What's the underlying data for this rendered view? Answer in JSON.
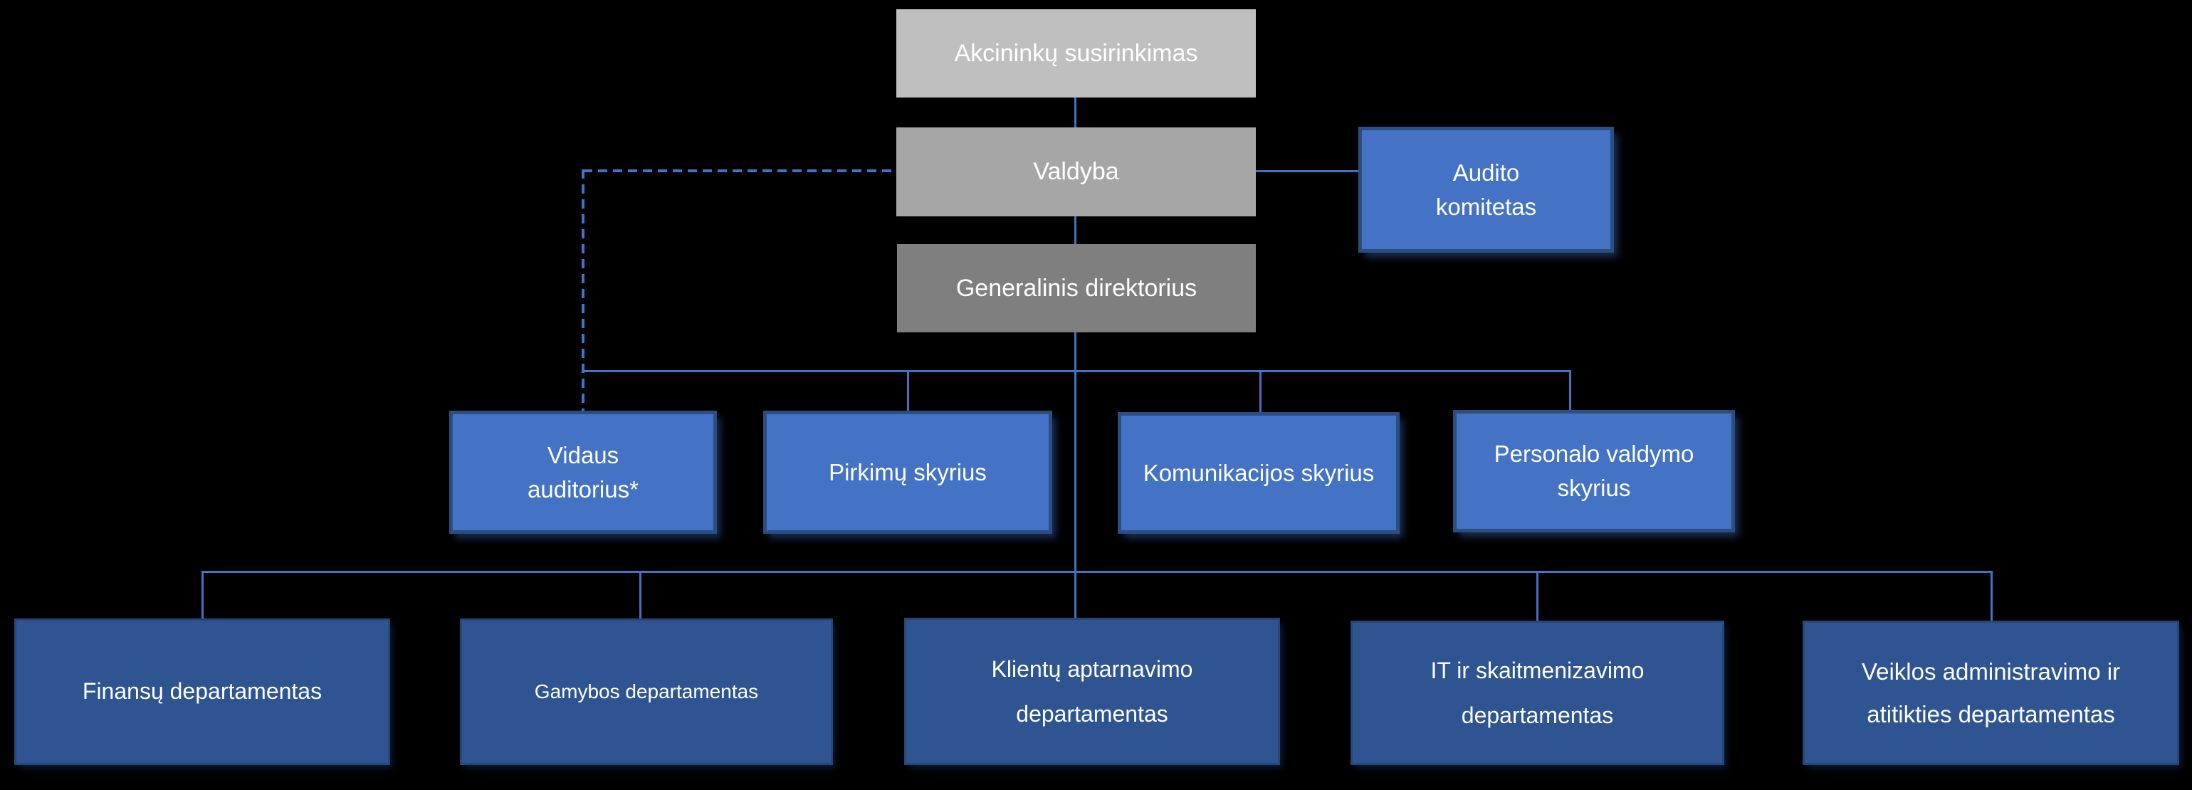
{
  "diagram": {
    "type": "org-chart",
    "language": "lt",
    "nodes": {
      "shareholders": {
        "label": "Akcininkų susirinkimas"
      },
      "board": {
        "label": "Valdyba"
      },
      "audit_committee": {
        "label": "Audito\nkomitetas"
      },
      "ceo": {
        "label": "Generalinis direktorius"
      },
      "internal_auditor": {
        "label": "Vidaus\nauditorius*"
      },
      "procurement": {
        "label": "Pirkimų skyrius"
      },
      "communications": {
        "label": "Komunikacijos skyrius"
      },
      "hr": {
        "label": "Personalo valdymo\nskyrius"
      },
      "finance": {
        "label": "Finansų departamentas"
      },
      "production": {
        "label": "Gamybos departamentas"
      },
      "customer_service": {
        "label": "Klientų aptarnavimo\ndepartamentas"
      },
      "it": {
        "label": "IT ir skaitmenizavimo\ndepartamentas"
      },
      "operations": {
        "label": "Veiklos administravimo ir\natitikties departamentas"
      }
    },
    "edges": [
      {
        "from": "shareholders",
        "to": "board",
        "style": "solid"
      },
      {
        "from": "board",
        "to": "audit_committee",
        "style": "solid"
      },
      {
        "from": "board",
        "to": "ceo",
        "style": "solid"
      },
      {
        "from": "board",
        "to": "internal_auditor",
        "style": "dashed"
      },
      {
        "from": "ceo",
        "to": "internal_auditor",
        "style": "solid"
      },
      {
        "from": "ceo",
        "to": "procurement",
        "style": "solid"
      },
      {
        "from": "ceo",
        "to": "communications",
        "style": "solid"
      },
      {
        "from": "ceo",
        "to": "hr",
        "style": "solid"
      },
      {
        "from": "ceo",
        "to": "finance",
        "style": "solid"
      },
      {
        "from": "ceo",
        "to": "production",
        "style": "solid"
      },
      {
        "from": "ceo",
        "to": "customer_service",
        "style": "solid"
      },
      {
        "from": "ceo",
        "to": "it",
        "style": "solid"
      },
      {
        "from": "ceo",
        "to": "operations",
        "style": "solid"
      }
    ]
  },
  "colors": {
    "bg": "#000000",
    "text": "#ffffff",
    "gray-light": "#bfbfbf",
    "gray-mid": "#a6a6a6",
    "gray-dark": "#7f7f7f",
    "blue": "#4472c4",
    "blue-border": "#2c4d80",
    "navy": "#2f5492",
    "navy-border": "#284677",
    "line": "#4472c4"
  }
}
